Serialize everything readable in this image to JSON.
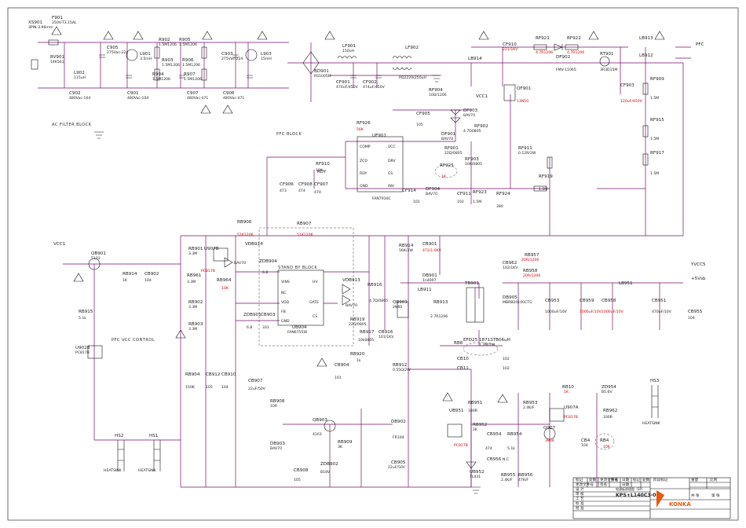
{
  "blocks": {
    "ac": "AC FILTER BLOCK",
    "pfc": "PFC BLOCK",
    "standby": "STAND BY BLOCK",
    "pfc_vcc": "PFC VCC CONTROL"
  },
  "parts": {
    "xs901": "XS901",
    "xs901_v": "3PIN-3.96mm",
    "f901": "F901",
    "f901_v": "250V-T3.15AL",
    "rv901": "RV901",
    "rv901_v": "14K561",
    "l902": "L902",
    "l902_v": "115uH",
    "c902": "C902",
    "c902_v": "480Vac-104",
    "c905": "C905",
    "c905_v": "275Vac-224",
    "l901": "L901",
    "l901_v": "3.5mH",
    "c901": "C901",
    "c901_v": "480Vac-104",
    "r902": "R902",
    "r902_v": "1.5M1206",
    "r903": "R903",
    "r903_v": "1.5M1206",
    "r904": "R904",
    "r904_v": "1.5M1206",
    "r905": "R905",
    "r905_v": "1.5M1206",
    "r906": "R906",
    "r906_v": "1.5M1206",
    "r907": "R907",
    "r907_v": "1.5M1206",
    "c907": "C907",
    "c907_v": "480Vac-471",
    "c903": "C903",
    "c903_v": "275Vac-224",
    "c906": "C906",
    "c906_v": "480Vac-471",
    "l903": "L903",
    "l903_v": "15mH",
    "bd901": "BD901",
    "bd901_v": "RS1005M",
    "lf901": "LF901",
    "lf901_v": "150uH",
    "lf902": "LF902",
    "lf902_v": "PQ2220(250uH",
    "cf901": "CF901",
    "cf901_v": "474uF/450V",
    "cf902": "CF902",
    "cf902_v": "474uF/450V",
    "lb914": "LB914",
    "cf910": "CF910",
    "cf910_v": "221/1KV",
    "rf921": "RF921",
    "rf921_v": "4.7R1206",
    "rf922": "RF922",
    "rf922_v": "4.7R1206",
    "df902": "DF902",
    "df902_v": "FMV-11065",
    "rt901": "RT901",
    "rt901_v": "3R3D15M",
    "lb913": "LB913",
    "lb912": "LB912",
    "pfc_out": "PFC",
    "rf909": "RF909",
    "rf909_v": "1.5M",
    "cf903": "CF903",
    "cf903_v": "120uF/450V",
    "rf915": "RF915",
    "rf915_v": "1.5M",
    "rf917": "RF917",
    "rf917_v": "1.5M",
    "qf901": "QF901",
    "qf901_v": "13N50",
    "rf911": "RF911",
    "rf911_v": "0.12R/2W",
    "rf904": "RF904",
    "rf904_v": "10D/1206",
    "vcc1": "VCC1",
    "cf905": "CF905",
    "cf905_v": "105",
    "df903": "DF903",
    "df903_v": "BAV70",
    "df901": "DF901",
    "df901_v": "BAV70",
    "rf902": "RF902",
    "rf902_v": "4.7D0805",
    "rf901": "RF901",
    "rf901_v": "22D/0805",
    "rf903": "RF903",
    "rf903_v": "10K/0805",
    "rf926": "RF926",
    "rf926_v": "56K",
    "uf901": "UF901",
    "uf901_v": "FAN7930C",
    "uf_comp": "COMP",
    "uf_zcd": "ZCD",
    "uf_rdy": "RDY",
    "uf_gnd": "GND",
    "uf_vcc": "VCC",
    "uf_drv": "DRV",
    "uf_cs": "CS",
    "uf_inv": "INV",
    "rf910": "RF910",
    "rf910_v": "10K",
    "rdy": "RDY",
    "rf925": "RF925",
    "rf925_v": "1K",
    "cf906": "CF906",
    "cf906_v": "473",
    "cf908": "CF908",
    "cf908_v": "474",
    "cf907": "CF907",
    "cf907_v": "470",
    "cf914": "CF914",
    "cf914_v": "101",
    "df904": "DF904",
    "df904_v": "BAV70",
    "cf911": "CF911",
    "cf911_v": "102",
    "rf923": "RF923",
    "rf923_v": "1.5M",
    "rf924": "RF924",
    "rf924_v": "390",
    "rf919": "RF919",
    "rf919_v": "1.5M",
    "rb906": "RB906",
    "rb906_v": "51K1206",
    "rb907": "RB907",
    "rb907_v": "51K1206",
    "rb914": "RB914",
    "rb914_v": "56K/3W",
    "cb901": "CB901",
    "cb901_v": "472/1.6KV",
    "db901": "DB901",
    "db901_v": "1n4007",
    "lb911": "LB911",
    "qb901": "QB901",
    "qb901_v": "2N60",
    "u907b": "U907B",
    "u907b_v": "PC817B",
    "vdb914": "VDB914",
    "vdb914_v": "BAV70",
    "zdb904": "ZDB904",
    "zdb904_v": "6.8",
    "rb961": "RB961",
    "rb961_v": "3.3M",
    "rb964": "RB964",
    "rb964_v": "10K",
    "ub904": "UB904",
    "ub904_v": "FAN6755W",
    "ub_vins": "VINS",
    "ub_nc": "NC",
    "ub_vdd": "VDD",
    "ub_fb": "FB",
    "ub_gnd": "GND",
    "ub_hv": "HV",
    "ub_gate": "GATE",
    "ub_cs": "CS",
    "zdb901": "ZDB901",
    "zdb901_v": "6.8",
    "cb903": "CB903",
    "cb903_v": "331",
    "vdb913": "VDB913",
    "vdb913_v": "BAV70",
    "rb916": "RB916",
    "rb916_v": "4.7Ω/0805",
    "rb919": "RB919",
    "rb919_v": "22Ω/0805",
    "rb917": "RB917",
    "rb917_v": "10k0805",
    "rb913": "RB913",
    "rb913_v": "2.7R1206",
    "rb920": "RB920",
    "rb920_v": "1k",
    "cb904": "CB904",
    "cb904_v": "101",
    "cb916": "CB916",
    "cb916_v": "101/1KV",
    "rb912": "RB912",
    "rb912_v": "0.55Ω/2W",
    "vcc1b": "VCC1",
    "qb901b": "QB901",
    "qb901b_v": "5103",
    "rb914b": "RB914",
    "rb914b_v": "1K",
    "cb902": "CB902",
    "cb902_v": "104",
    "rb915": "RB915",
    "rb915_v": "5.1k",
    "u902b": "U902B",
    "u902b_v": "PC817B",
    "rb901": "RB901",
    "rb901_v": "3.3M",
    "rb902": "RB902",
    "rb902_v": "3.3M",
    "rb903": "RB903",
    "rb903_v": "3.3M",
    "rb904": "RB904",
    "rb904_v": "150K",
    "cb912": "CB912",
    "cb912_v": "105",
    "cb910": "CB910",
    "cb910_v": "104",
    "cb907": "CB907",
    "cb907_v": "22uF/50V",
    "rb908": "RB908",
    "rb908_v": "10R",
    "qb903": "QB903",
    "qb903_v": "4163",
    "db903": "DB903",
    "db903_v": "BAV70",
    "rb909": "RB909",
    "rb909_v": "3K",
    "zdb902": "ZDB902",
    "zdb902_v": "B18V",
    "cb908": "CB908",
    "cb908_v": "105",
    "db902": "DB902",
    "db902_v": "FR104",
    "cb905": "CB905",
    "cb905_v": "22uF/50V",
    "hs2": "HS2",
    "hs2_v": "HEATSINK",
    "hs1": "HS1",
    "hs1_v": "HEATSINK",
    "cb962": "CB962",
    "cb962_v": "102/1KV",
    "rb957": "RB957",
    "rb957_v": "20R/1206",
    "rb958": "RB958",
    "rb958_v": "20R/1206",
    "tb901": "TB901",
    "db905": "DB905",
    "db905_v": "MBRB20100CTG",
    "cb953": "CB953",
    "cb953_v": "1000uF/10V",
    "cb959": "CB959",
    "cb959_v": "1000uF/10V",
    "cb958": "CB958",
    "cb958_v": "1000uF/10V",
    "lb951": "LB951",
    "yvcc5": "YVCC5",
    "p5vsb": "+5Vsb",
    "cb951": "CB951",
    "cb951_v": "470uF/10V",
    "cb955": "CB955",
    "cb955_v": "104",
    "tb_core": "EFD25 1871STB06uH",
    "tb_core_v": "1.2M/2W",
    "rb8": "RB8",
    "cb10": "CB10",
    "cb10_v": "102",
    "cb11": "CB11",
    "cb11_v": "102",
    "ub951": "UB951",
    "rb951": "RB951",
    "rb951_v": "330R",
    "rb952": "RB952",
    "rb952_v": "2K",
    "cb954": "CB954",
    "cb954_v": "474",
    "rb954": "RB954",
    "rb954_v": "5.1k",
    "pc817b": "PC817B",
    "ub952": "UB952",
    "ub952_v": "TL431",
    "cb956": "CB956",
    "cb956_v": "N.C",
    "rb955": "RB955",
    "rb955_v": "2.4K/F",
    "rb956": "RB956",
    "rb956_v": "47K/F",
    "rb953": "RB953",
    "rb953_v": "2.4K/F",
    "rb10": "RB10",
    "rb10_v": "1K",
    "u907a": "U907A",
    "u907a_v": "PC817B",
    "q907": "Q907",
    "q907_v": "3904",
    "cb4": "CB4",
    "cb4_v": "104",
    "rb4": "RB4",
    "rb4_v": "10K",
    "zd94": "ZD954",
    "zd94_v": "B5.6V",
    "rb962": "RB962",
    "rb962_v": "330R",
    "hs3": "HS3",
    "hs3_v": "HEATSINK"
  },
  "title_block": {
    "h1": "标记",
    "h2": "处数",
    "h3": "更改文件号",
    "h4": "签名",
    "h5": "日期",
    "h6": "标记",
    "h7": "处数",
    "h8": "更改文件号",
    "h9": "签名",
    "h10": "日期",
    "r1": "设 计",
    "r2": "审 核",
    "r3": "工 艺",
    "r4": "标 准",
    "r5": "批 准",
    "grid1": "阶段标记",
    "grid2": "重量",
    "grid3": "比例",
    "page": "共 张",
    "page2": "第 张",
    "model": "KPS+L140C3-01",
    "subtitle": "电源板原理图（SP）",
    "brand": "KONKA"
  },
  "colors": {
    "wire": "#7a0f6e",
    "ink": "#111111",
    "accent": "#d00000",
    "logo": "#e35a12"
  }
}
